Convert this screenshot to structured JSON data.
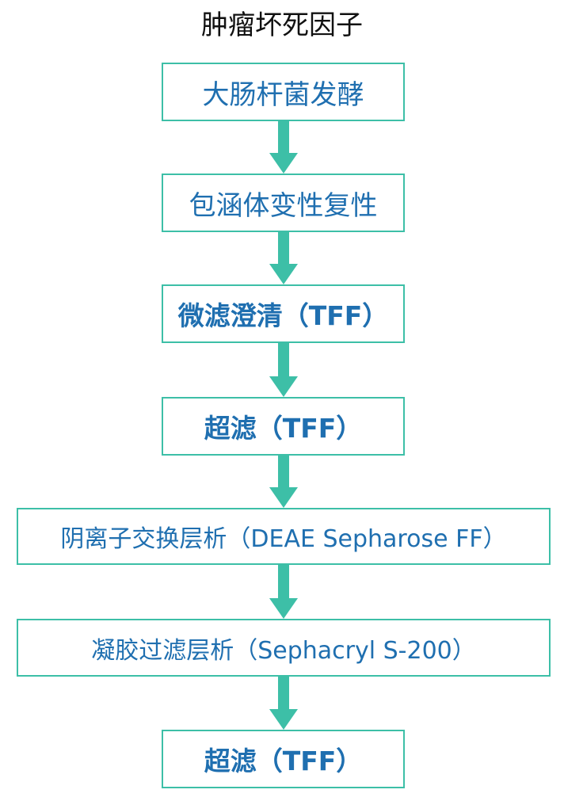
{
  "title": "肿瘤坏死因子",
  "steps": [
    "大肠杆菌发酵",
    "包涵体变性复性",
    "微滤澄清（TFF）",
    "超滤（TFF）",
    "阴离子交换层析（DEAE Sepharose FF）",
    "凝胶过滤层析（Sephacryl S-200）",
    "超滤（TFF）"
  ],
  "colors": {
    "box_border": "#3dbfa7",
    "arrow": "#3dbfa7",
    "step_text": "#1f6fb0",
    "title_text": "#111111"
  }
}
